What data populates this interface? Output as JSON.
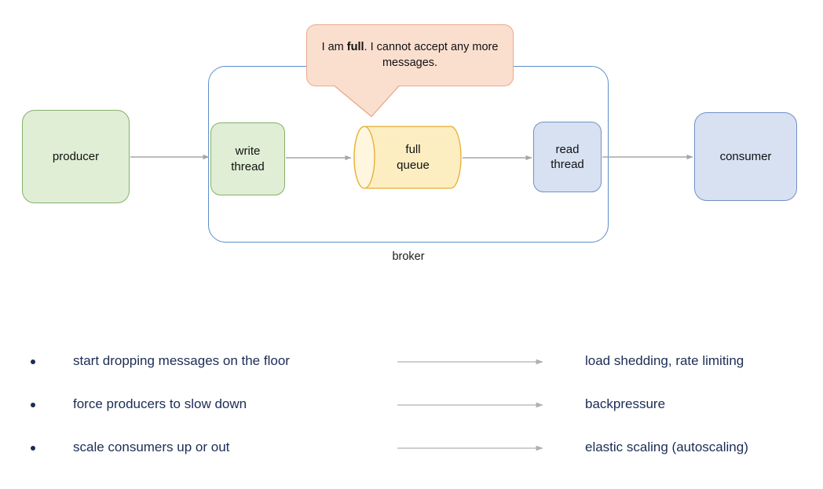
{
  "diagram": {
    "title_label": "broker",
    "nodes": {
      "producer": {
        "label": "producer",
        "shape": "rounded-rect",
        "fill": "#dfeed4",
        "stroke": "#87b06a"
      },
      "write_thread": {
        "label": "write\nthread",
        "line1": "write",
        "line2": "thread",
        "shape": "rounded-rect",
        "fill": "#dfeed4",
        "stroke": "#87b06a"
      },
      "queue": {
        "label": "full\nqueue",
        "line1": "full",
        "line2": "queue",
        "shape": "cylinder",
        "fill": "#fdeec2",
        "stroke": "#e6b33a"
      },
      "read_thread": {
        "label": "read\nthread",
        "line1": "read",
        "line2": "thread",
        "shape": "rounded-rect",
        "fill": "#d7e1f2",
        "stroke": "#7191c4"
      },
      "consumer": {
        "label": "consumer",
        "shape": "rounded-rect",
        "fill": "#d7e1f2",
        "stroke": "#7191c4"
      },
      "broker": {
        "label": "broker",
        "shape": "rounded-rect-container",
        "stroke": "#5b8fc9"
      }
    },
    "callout": {
      "text_before": "I am ",
      "text_bold": "full",
      "text_after": ". I cannot accept any more messages.",
      "full_text": "I am full. I cannot accept any more messages.",
      "fill": "#fadfcf",
      "stroke": "#e8a98a"
    },
    "edges": [
      {
        "from": "producer",
        "to": "write_thread"
      },
      {
        "from": "write_thread",
        "to": "queue"
      },
      {
        "from": "queue",
        "to": "read_thread"
      },
      {
        "from": "read_thread",
        "to": "consumer"
      }
    ],
    "edge_color": "#a6a6a6"
  },
  "strategies": {
    "text_color": "#1c2c55",
    "arrow_color": "#b0b0b0",
    "rows": [
      {
        "bullet": "•",
        "action": "start dropping messages on the floor",
        "result": "load shedding, rate limiting"
      },
      {
        "bullet": "•",
        "action": "force producers to slow down",
        "result": "backpressure"
      },
      {
        "bullet": "•",
        "action": "scale consumers up or out",
        "result": "elastic scaling (autoscaling)"
      }
    ]
  }
}
